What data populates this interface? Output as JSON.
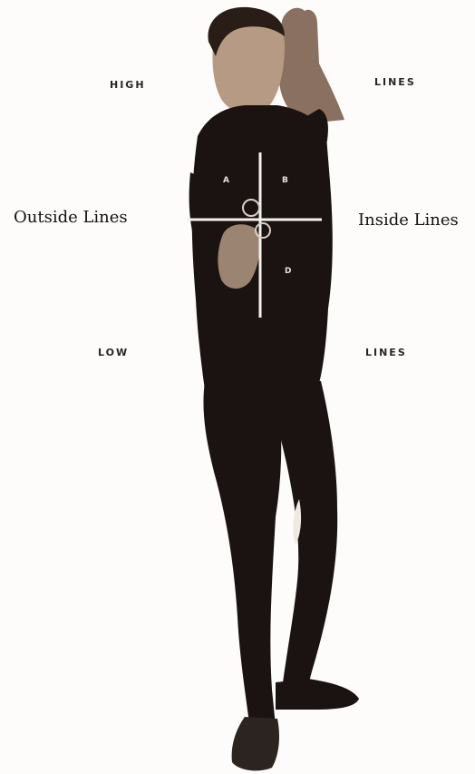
{
  "labels": {
    "high": "HIGH",
    "lines_high": "LINES",
    "low": "LOW",
    "lines_low": "LINES",
    "outside_lines": "Outside Lines",
    "inside_lines": "Inside Lines"
  },
  "quadrants": {
    "a": "A",
    "b": "B",
    "d": "D"
  },
  "colors": {
    "background": "#fdfcfb",
    "suit": "#1a1311",
    "skin": "#b79a84",
    "axis_line": "#f4f1ec"
  }
}
